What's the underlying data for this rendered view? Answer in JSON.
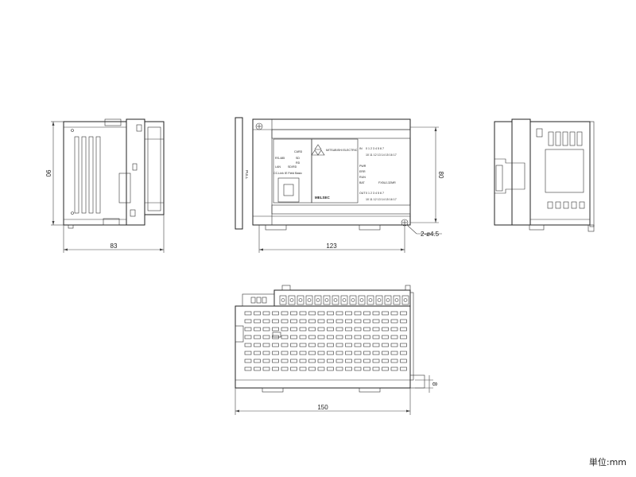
{
  "dimensions": {
    "side_height": "90",
    "side_width": "83",
    "front_width": "123",
    "front_height": "80",
    "hole_callout": "2-ø4.5",
    "bottom_width": "150",
    "bottom_small": "8"
  },
  "front_panel": {
    "card": "CARD",
    "sd": "SD",
    "rd": "RD",
    "lan": "LAN",
    "sdrd": "SD/RD",
    "rs485": "RS-485",
    "link": "CC-Link IE Field Basic",
    "brand": "MITSUBISHI ELECTRIC",
    "model": "FX5UJ-32MR",
    "in_label": "IN",
    "out_label": "OUT",
    "pwr": "PWR",
    "err": "ERR",
    "run": "RUN",
    "bat": "BAT",
    "io_row1": "0 1 2 3 4 5 6 7",
    "io_row2": "10 11 12 13 14 15 16 17",
    "melsec": "MELSEC",
    "pull": "PULL"
  },
  "unit_label": "単位:mm"
}
